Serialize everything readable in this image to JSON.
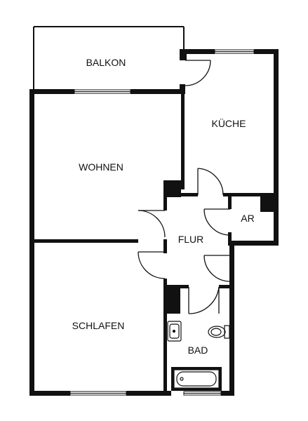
{
  "rooms": {
    "balkon": "BALKON",
    "kueche": "KÜCHE",
    "wohnen": "WOHNEN",
    "ar": "AR",
    "flur": "FLUR",
    "schlafen": "SCHLAFEN",
    "bad": "BAD"
  },
  "colors": {
    "wall": "#111111",
    "background": "#ffffff"
  }
}
